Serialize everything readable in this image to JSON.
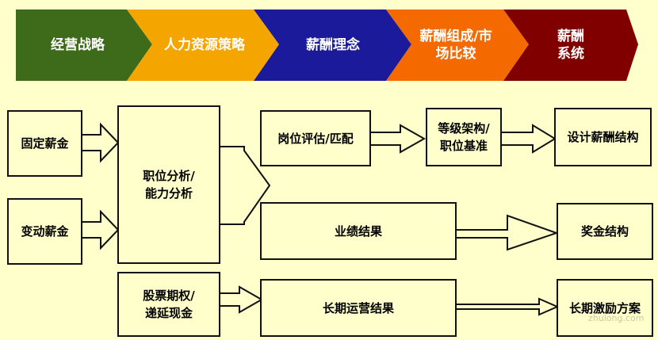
{
  "process_steps": [
    {
      "label": "经营战略",
      "color": "#3d6b1a"
    },
    {
      "label": "人力资源策略",
      "color": "#f5a500"
    },
    {
      "label": "薪酬理念",
      "color": "#1a1a9a"
    },
    {
      "label": "薪酬组成/市\n场比较",
      "color": "#f56a00"
    },
    {
      "label": "薪酬\n系统",
      "color": "#800000"
    }
  ],
  "boxes": {
    "fixed_pay": "固定薪金",
    "variable_pay": "变动薪金",
    "job_analysis": "职位分析/\n能力分析",
    "job_evaluation": "岗位评估/匹配",
    "grade_structure": "等级架构/\n职位基准",
    "design_structure": "设计薪酬结构",
    "performance": "业绩结果",
    "bonus_structure": "奖金结构",
    "stock_options": "股票期权/\n递延现金",
    "long_term_results": "长期运营结果",
    "long_term_incentive": "长期激励方案"
  },
  "watermark": "zhulong.com"
}
